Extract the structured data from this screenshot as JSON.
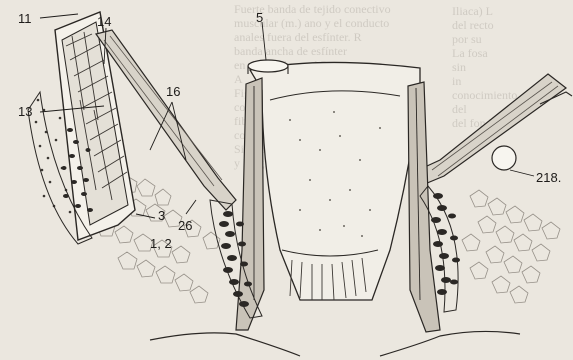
{
  "diagram": {
    "callouts": [
      {
        "id": "c11",
        "text": "11"
      },
      {
        "id": "c14",
        "text": "14"
      },
      {
        "id": "c13",
        "text": "13"
      },
      {
        "id": "c16",
        "text": "16"
      },
      {
        "id": "c5",
        "text": "5"
      },
      {
        "id": "c3",
        "text": "3"
      },
      {
        "id": "c26",
        "text": "26"
      },
      {
        "id": "c12",
        "text": "1, 2"
      },
      {
        "id": "c218",
        "text": "218."
      }
    ],
    "background_text": {
      "left_column": [
        "Fuerte banda de tejido conectivo",
        "muscular (m.) ano y el conducto",
        "anales fuera del esfínter. R",
        "banda ancha de esfínter",
        "en especial por el P",
        "A",
        "Figura de cuadro",
        "conducto",
        "",
        "fibras",
        "conducto anal",
        "Sin embargo la",
        "y longitudinal"
      ],
      "right_column": [
        "Iliaca) L",
        "del recto",
        "por su",
        "La fosa",
        "sin",
        "in",
        "",
        "",
        "",
        "",
        "",
        "conocimiento",
        "del",
        "del fondo"
      ]
    }
  }
}
